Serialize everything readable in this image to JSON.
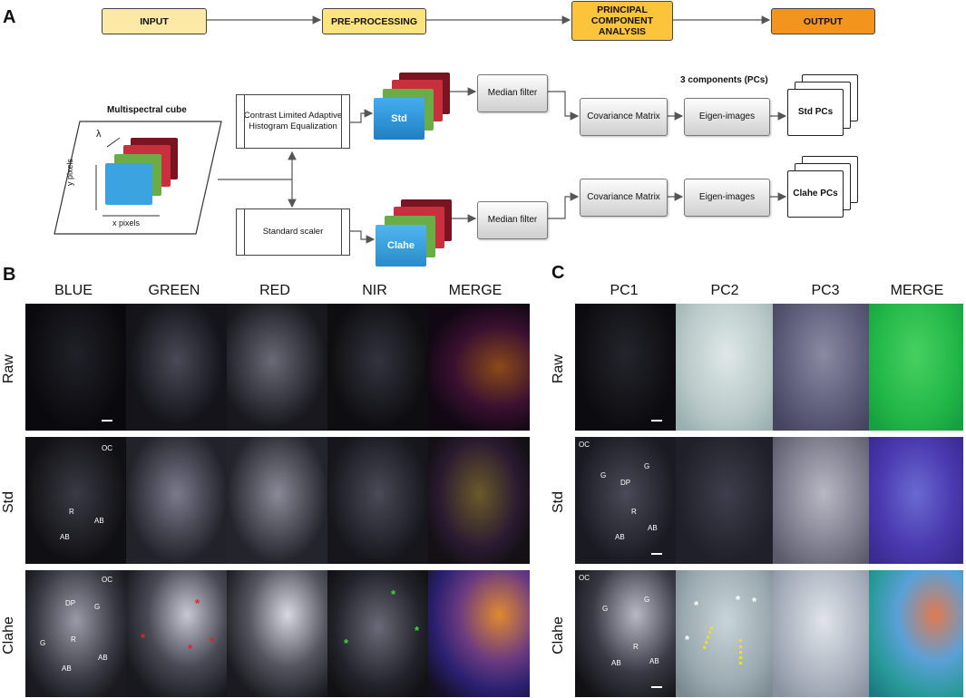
{
  "panel_labels": {
    "a": "A",
    "b": "B",
    "c": "C"
  },
  "pipeline": {
    "input": "INPUT",
    "preprocessing": "PRE-PROCESSING",
    "pca": "PRINCIPAL COMPONENT ANALYSIS",
    "output": "OUTPUT"
  },
  "cube": {
    "title": "Multispectral cube",
    "lambda": "λ",
    "y_label": "y pixels",
    "x_label": "x pixels"
  },
  "clahe_box": "Contrast Limited Adaptive Histogram Equalization",
  "scaler_box": "Standard scaler",
  "std_stack": "Std",
  "clahe_stack": "Clahe",
  "median_top": "Median filter",
  "median_bottom": "Median filter",
  "cov_top": "Covariance Matrix",
  "cov_bottom": "Covariance Matrix",
  "eigen_top": "Eigen-images",
  "eigen_bottom": "Eigen-images",
  "components_label": "3 components (PCs)",
  "std_pcs": "Std PCs",
  "clahe_pcs": "Clahe PCs",
  "panel_b": {
    "columns": [
      "BLUE",
      "GREEN",
      "RED",
      "NIR",
      "MERGE"
    ],
    "rows": [
      "Raw",
      "Std",
      "Clahe"
    ]
  },
  "panel_c": {
    "columns": [
      "PC1",
      "PC2",
      "PC3",
      "MERGE"
    ],
    "rows": [
      "Raw",
      "Std",
      "Clahe"
    ]
  },
  "labels": {
    "OC": "OC",
    "R": "R",
    "AB": "AB",
    "DP": "DP",
    "G": "G"
  },
  "colors": {
    "input": "#fde9a6",
    "preprocessing": "#fde47f",
    "pca": "#fbc43a",
    "output": "#f3941f",
    "std_blue": "#3a9bd8",
    "clahe_blue": "#46a6de",
    "stack_red": "#c8303d",
    "stack_darkred": "#7a1420",
    "stack_green": "#6aac45"
  }
}
